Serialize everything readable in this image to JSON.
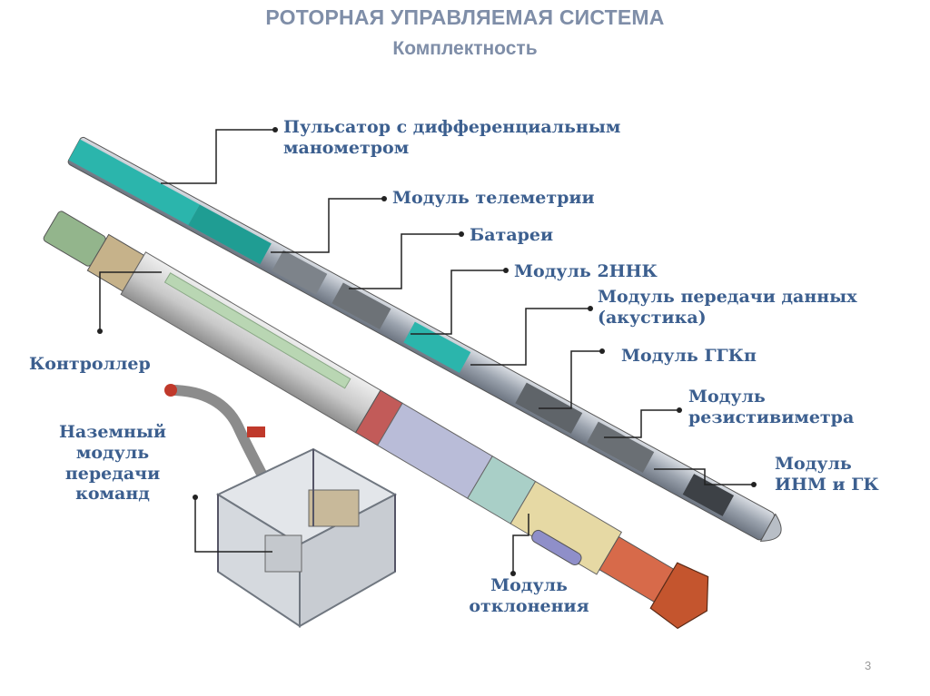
{
  "header": {
    "title": "РОТОРНАЯ УПРАВЛЯЕМАЯ СИСТЕМА",
    "subtitle": "Комплектность"
  },
  "labels": {
    "pulsator": [
      "Пульсатор с дифференциальным",
      "манометром"
    ],
    "telemetry": "Модуль телеметрии",
    "batteries": "Батареи",
    "module_2nnk": "Модуль 2ННК",
    "data_transfer": [
      "Модуль передачи данных",
      "(акустика)"
    ],
    "ggkp": "Модуль ГГКп",
    "resistivity": [
      "Модуль",
      "резистивиметра"
    ],
    "inm_gk": [
      "Модуль",
      "ИНМ и ГК"
    ],
    "controller": "Контроллер",
    "ground_module": [
      "Наземный",
      "модуль",
      "передачи",
      "команд"
    ],
    "deflection": [
      "Модуль",
      "отклонения"
    ]
  },
  "page_number": "3"
}
